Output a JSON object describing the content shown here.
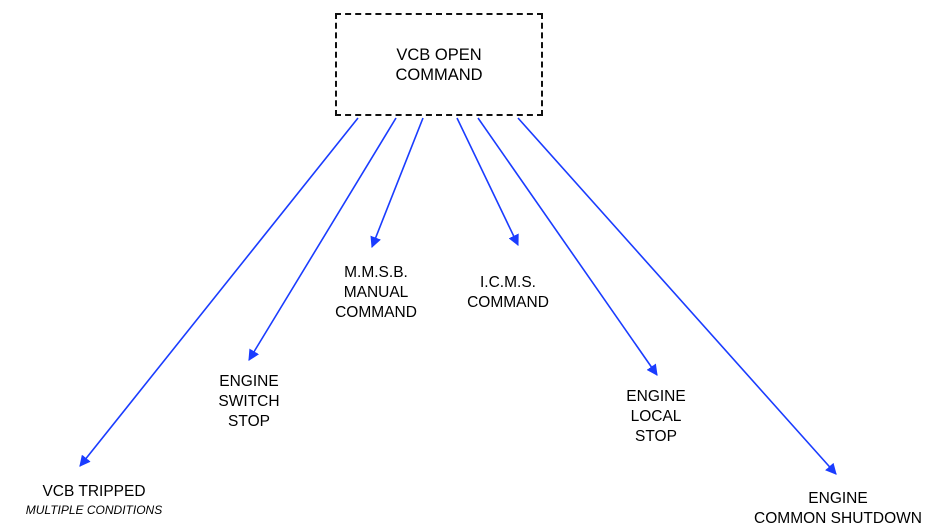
{
  "root": {
    "lines": [
      "VCB OPEN",
      "COMMAND"
    ]
  },
  "arrow_color": "#1a3cff",
  "border_color": "#111111",
  "nodes": [
    {
      "id": "vcb-tripped",
      "lines": [
        "VCB TRIPPED"
      ],
      "subtitle": "MULTIPLE CONDITIONS"
    },
    {
      "id": "engine-switch-stop",
      "lines": [
        "ENGINE",
        "SWITCH",
        "STOP"
      ]
    },
    {
      "id": "mmsb-manual-command",
      "lines": [
        "M.M.S.B.",
        "MANUAL",
        "COMMAND"
      ]
    },
    {
      "id": "icms-command",
      "lines": [
        "I.C.M.S.",
        "COMMAND"
      ]
    },
    {
      "id": "engine-local-stop",
      "lines": [
        "ENGINE",
        "LOCAL",
        "STOP"
      ]
    },
    {
      "id": "engine-common-shutdown",
      "lines": [
        "ENGINE",
        "COMMON SHUTDOWN"
      ]
    }
  ]
}
